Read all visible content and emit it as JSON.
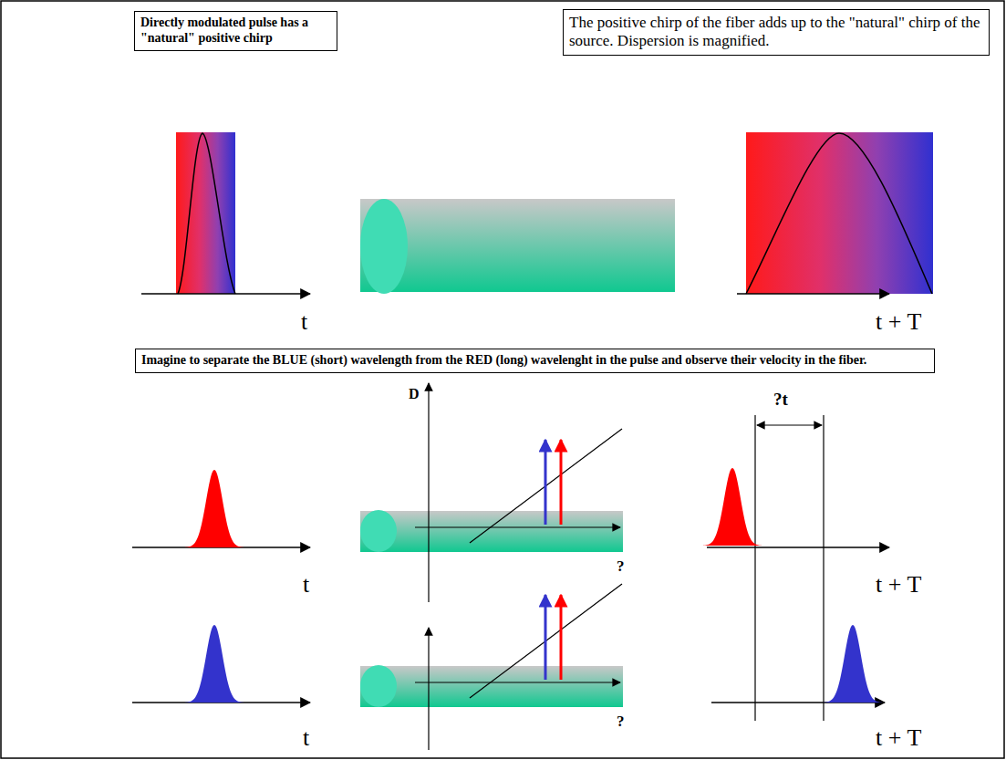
{
  "diagram": {
    "nodes": [
      {
        "text": [
          "Directly modulated pulse has a \"natural\" positive chirp"
        ]
      },
      {
        "text": [
          "The positive chirp of the fiber adds up to the \"natural\" chirp of the source. Dispersion is magnified."
        ]
      },
      {
        "text": [
          "Imagine to separate the BLUE (short) wavelength from the RED (long) wavelenght in the pulse and observe their velocity in the fiber."
        ]
      }
    ],
    "labels": [
      "t",
      "t + T",
      "?t",
      "D",
      "?",
      "t",
      "t + T",
      "?",
      "t",
      "t + T"
    ]
  }
}
